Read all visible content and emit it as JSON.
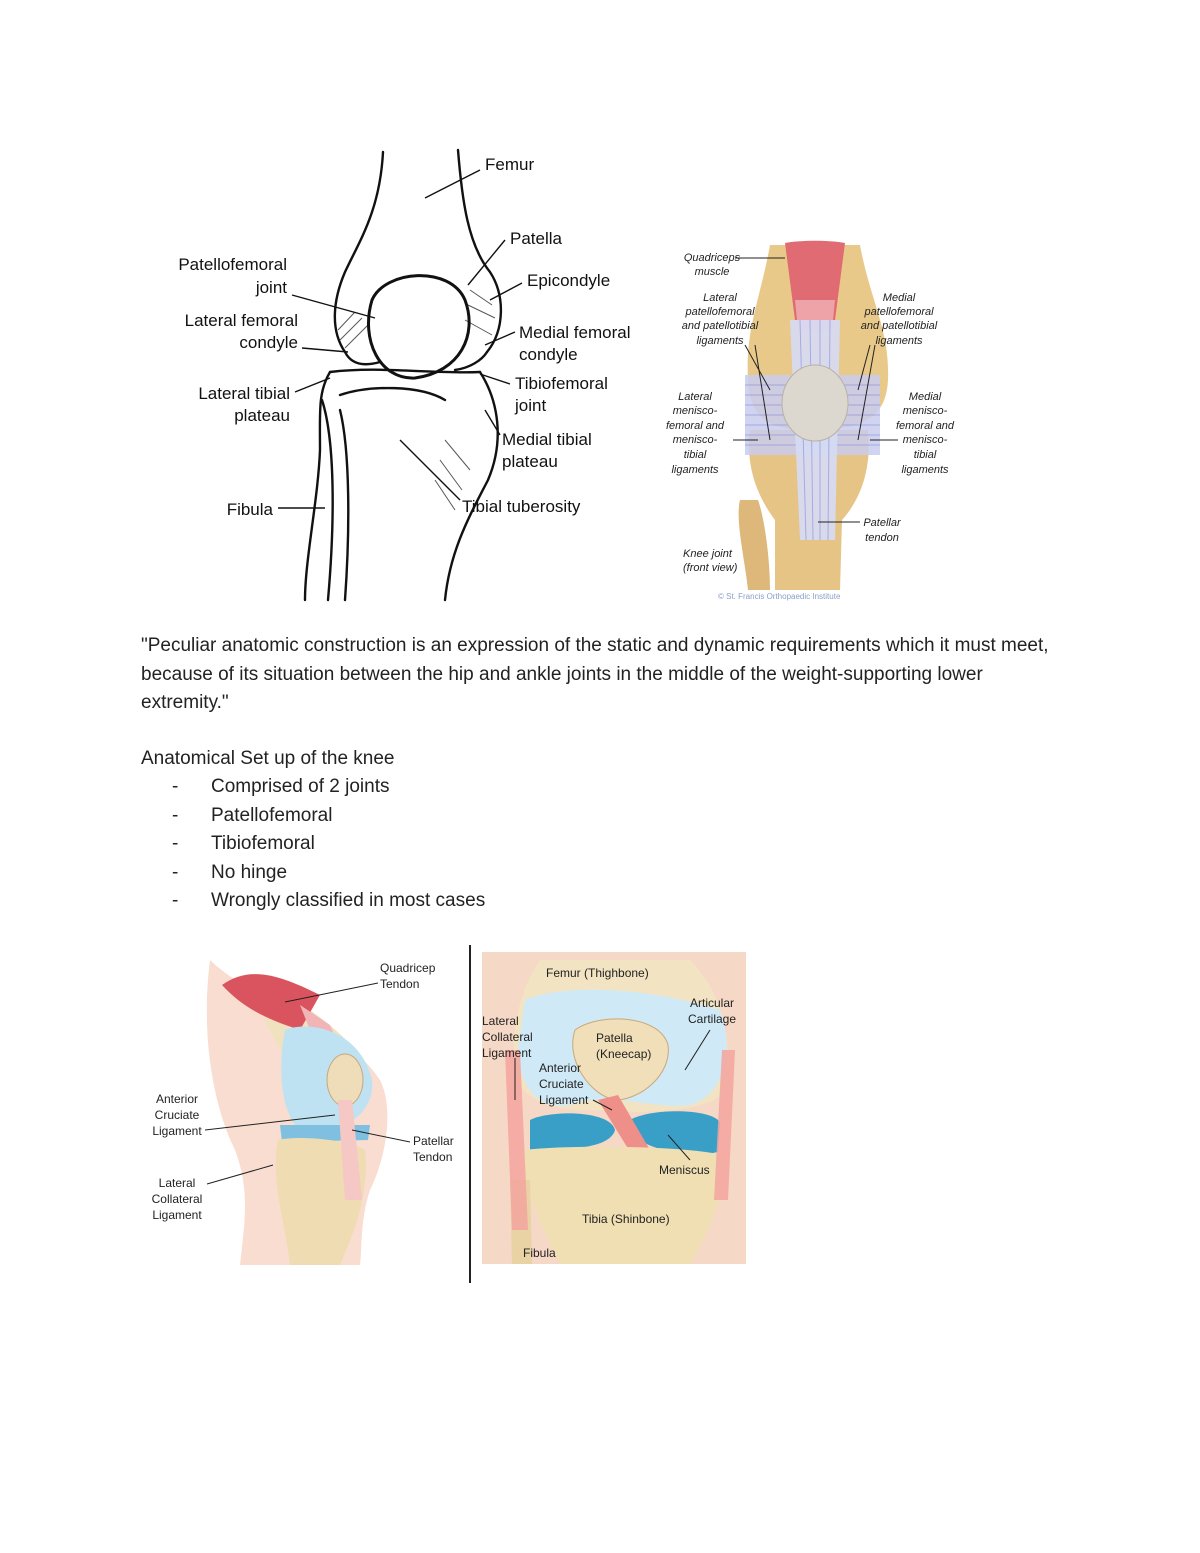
{
  "figure1": {
    "labels": {
      "femur": "Femur",
      "patella": "Patella",
      "patellofemoral_joint": [
        "Patellofemoral",
        "joint"
      ],
      "epicondyle": "Epicondyle",
      "lateral_femoral_condyle": [
        "Lateral femoral",
        "condyle"
      ],
      "medial_femoral_condyle": [
        "Medial femoral",
        "condyle"
      ],
      "lateral_tibial_plateau": [
        "Lateral tibial",
        "plateau"
      ],
      "tibiofemoral_joint": [
        "Tibiofemoral",
        "joint"
      ],
      "medial_tibial_plateau": [
        "Medial tibial",
        "plateau"
      ],
      "fibula": "Fibula",
      "tibial_tuberosity": "Tibial tuberosity"
    }
  },
  "figure2": {
    "labels": {
      "quadriceps": [
        "Quadriceps",
        "muscle"
      ],
      "lateral_pf": [
        "Lateral",
        "patellofemoral",
        "and patellotibial",
        "ligaments"
      ],
      "medial_pf": [
        "Medial",
        "patellofemoral",
        "and patellotibial",
        "ligaments"
      ],
      "lateral_menisco": [
        "Lateral",
        "menisco-",
        "femoral and",
        "menisco-",
        "tibial",
        "ligaments"
      ],
      "medial_menisco": [
        "Medial",
        "menisco-",
        "femoral and",
        "menisco-",
        "tibial",
        "ligaments"
      ],
      "patellar_tendon": [
        "Patellar",
        "tendon"
      ],
      "knee_joint": [
        "Knee joint",
        "(front view)"
      ]
    },
    "credit": "© St. Francis Orthopaedic Institute"
  },
  "quote": "\"Peculiar anatomic construction is an expression of the static and dynamic requirements which it must meet, because of its situation between the hip and ankle joints in the middle of the weight-supporting lower extremity.\"",
  "section": {
    "heading": "Anatomical Set up of the knee",
    "bullet_marker": "-",
    "bullets": [
      "Comprised of 2 joints",
      "Patellofemoral",
      "Tibiofemoral",
      "No hinge",
      "Wrongly classified in most cases"
    ]
  },
  "figure3": {
    "labels": {
      "quadricep_tendon": [
        "Quadricep",
        "Tendon"
      ],
      "acl": [
        "Anterior",
        "Cruciate",
        "Ligament"
      ],
      "patellar_tendon": [
        "Patellar",
        "Tendon"
      ],
      "lcl": [
        "Lateral",
        "Collateral",
        "Ligament"
      ]
    }
  },
  "figure4": {
    "labels": {
      "femur": "Femur (Thighbone)",
      "articular": [
        "Articular",
        "Cartilage"
      ],
      "lcl": [
        "Lateral",
        "Collateral",
        "Ligament"
      ],
      "patella": [
        "Patella",
        "(Kneecap)"
      ],
      "acl": [
        "Anterior",
        "Cruciate",
        "Ligament"
      ],
      "meniscus": "Meniscus",
      "tibia": "Tibia (Shinbone)",
      "fibula": "Fibula"
    }
  }
}
